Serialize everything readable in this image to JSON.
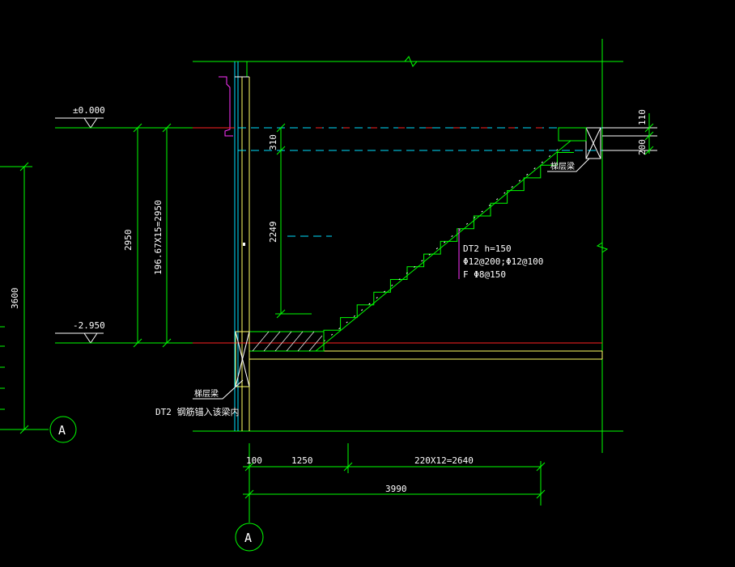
{
  "levels": {
    "top": "±0.000",
    "bottom": "-2.950"
  },
  "dimensions": {
    "height_total": "2950",
    "height_steps": "196.67X15=2950",
    "left_height": "3600",
    "top_offset": "310",
    "mid_offset": "2249",
    "right_top": "110",
    "right_slab": "200",
    "bottom_wall": "100",
    "bottom_landing": "1250",
    "bottom_treads": "220X12=2640",
    "bottom_total": "3990"
  },
  "stair_note": {
    "line1": "DT2   h=150",
    "line2": "Φ12@200;Φ12@100",
    "line3": "F Φ8@150"
  },
  "labels": {
    "beam_right": "梯层梁",
    "beam_left": "梯层梁",
    "rebar_note": "DT2 钢筋锚入该梁内"
  },
  "axes": {
    "left_bubble": "A",
    "bottom_bubble": "A"
  },
  "colors": {
    "background": "#000000",
    "green": "#00ff00",
    "yellow": "#ffff66",
    "red": "#ff2222",
    "cyan": "#00e0ff",
    "magenta": "#ff33ff"
  }
}
